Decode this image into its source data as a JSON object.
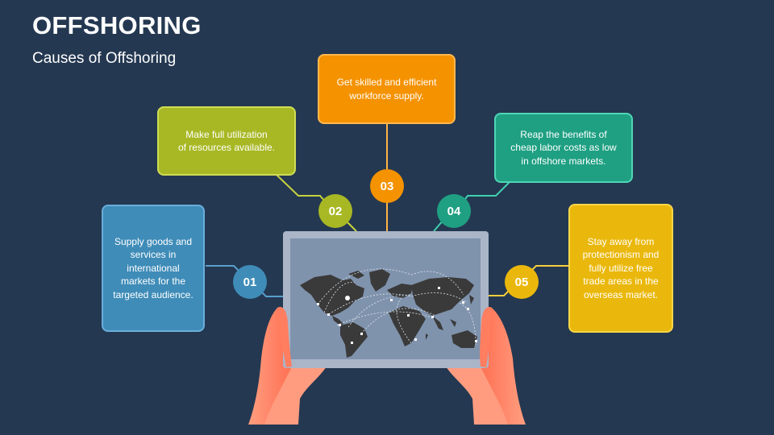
{
  "header": {
    "title": "OFFSHORING",
    "subtitle": "Causes of Offshoring"
  },
  "colors": {
    "background": "#243851",
    "step1": "#3f8cb8",
    "step2": "#a8b824",
    "step3": "#f59200",
    "step4": "#1fa082",
    "step5": "#eab80c",
    "tablet_frame": "#aab5c8",
    "tablet_screen": "#8093ad",
    "map_land": "#3a3a3a",
    "hand": "#ff8a6a"
  },
  "steps": [
    {
      "number": "01",
      "text_lines": [
        "Supply goods and",
        "services in",
        "international",
        "markets for the",
        "targeted audience."
      ]
    },
    {
      "number": "02",
      "text_lines": [
        "Make full utilization",
        "of resources available."
      ]
    },
    {
      "number": "03",
      "text_lines": [
        "Get skilled and efficient",
        "workforce supply."
      ]
    },
    {
      "number": "04",
      "text_lines": [
        "Reap the benefits of",
        "cheap labor costs as low",
        "in offshore markets."
      ]
    },
    {
      "number": "05",
      "text_lines": [
        "Stay away from",
        "protectionism and",
        "fully utilize free",
        "trade areas in the",
        "overseas market."
      ]
    }
  ],
  "illustration": {
    "description": "hands holding tablet with world map and connection routes"
  }
}
